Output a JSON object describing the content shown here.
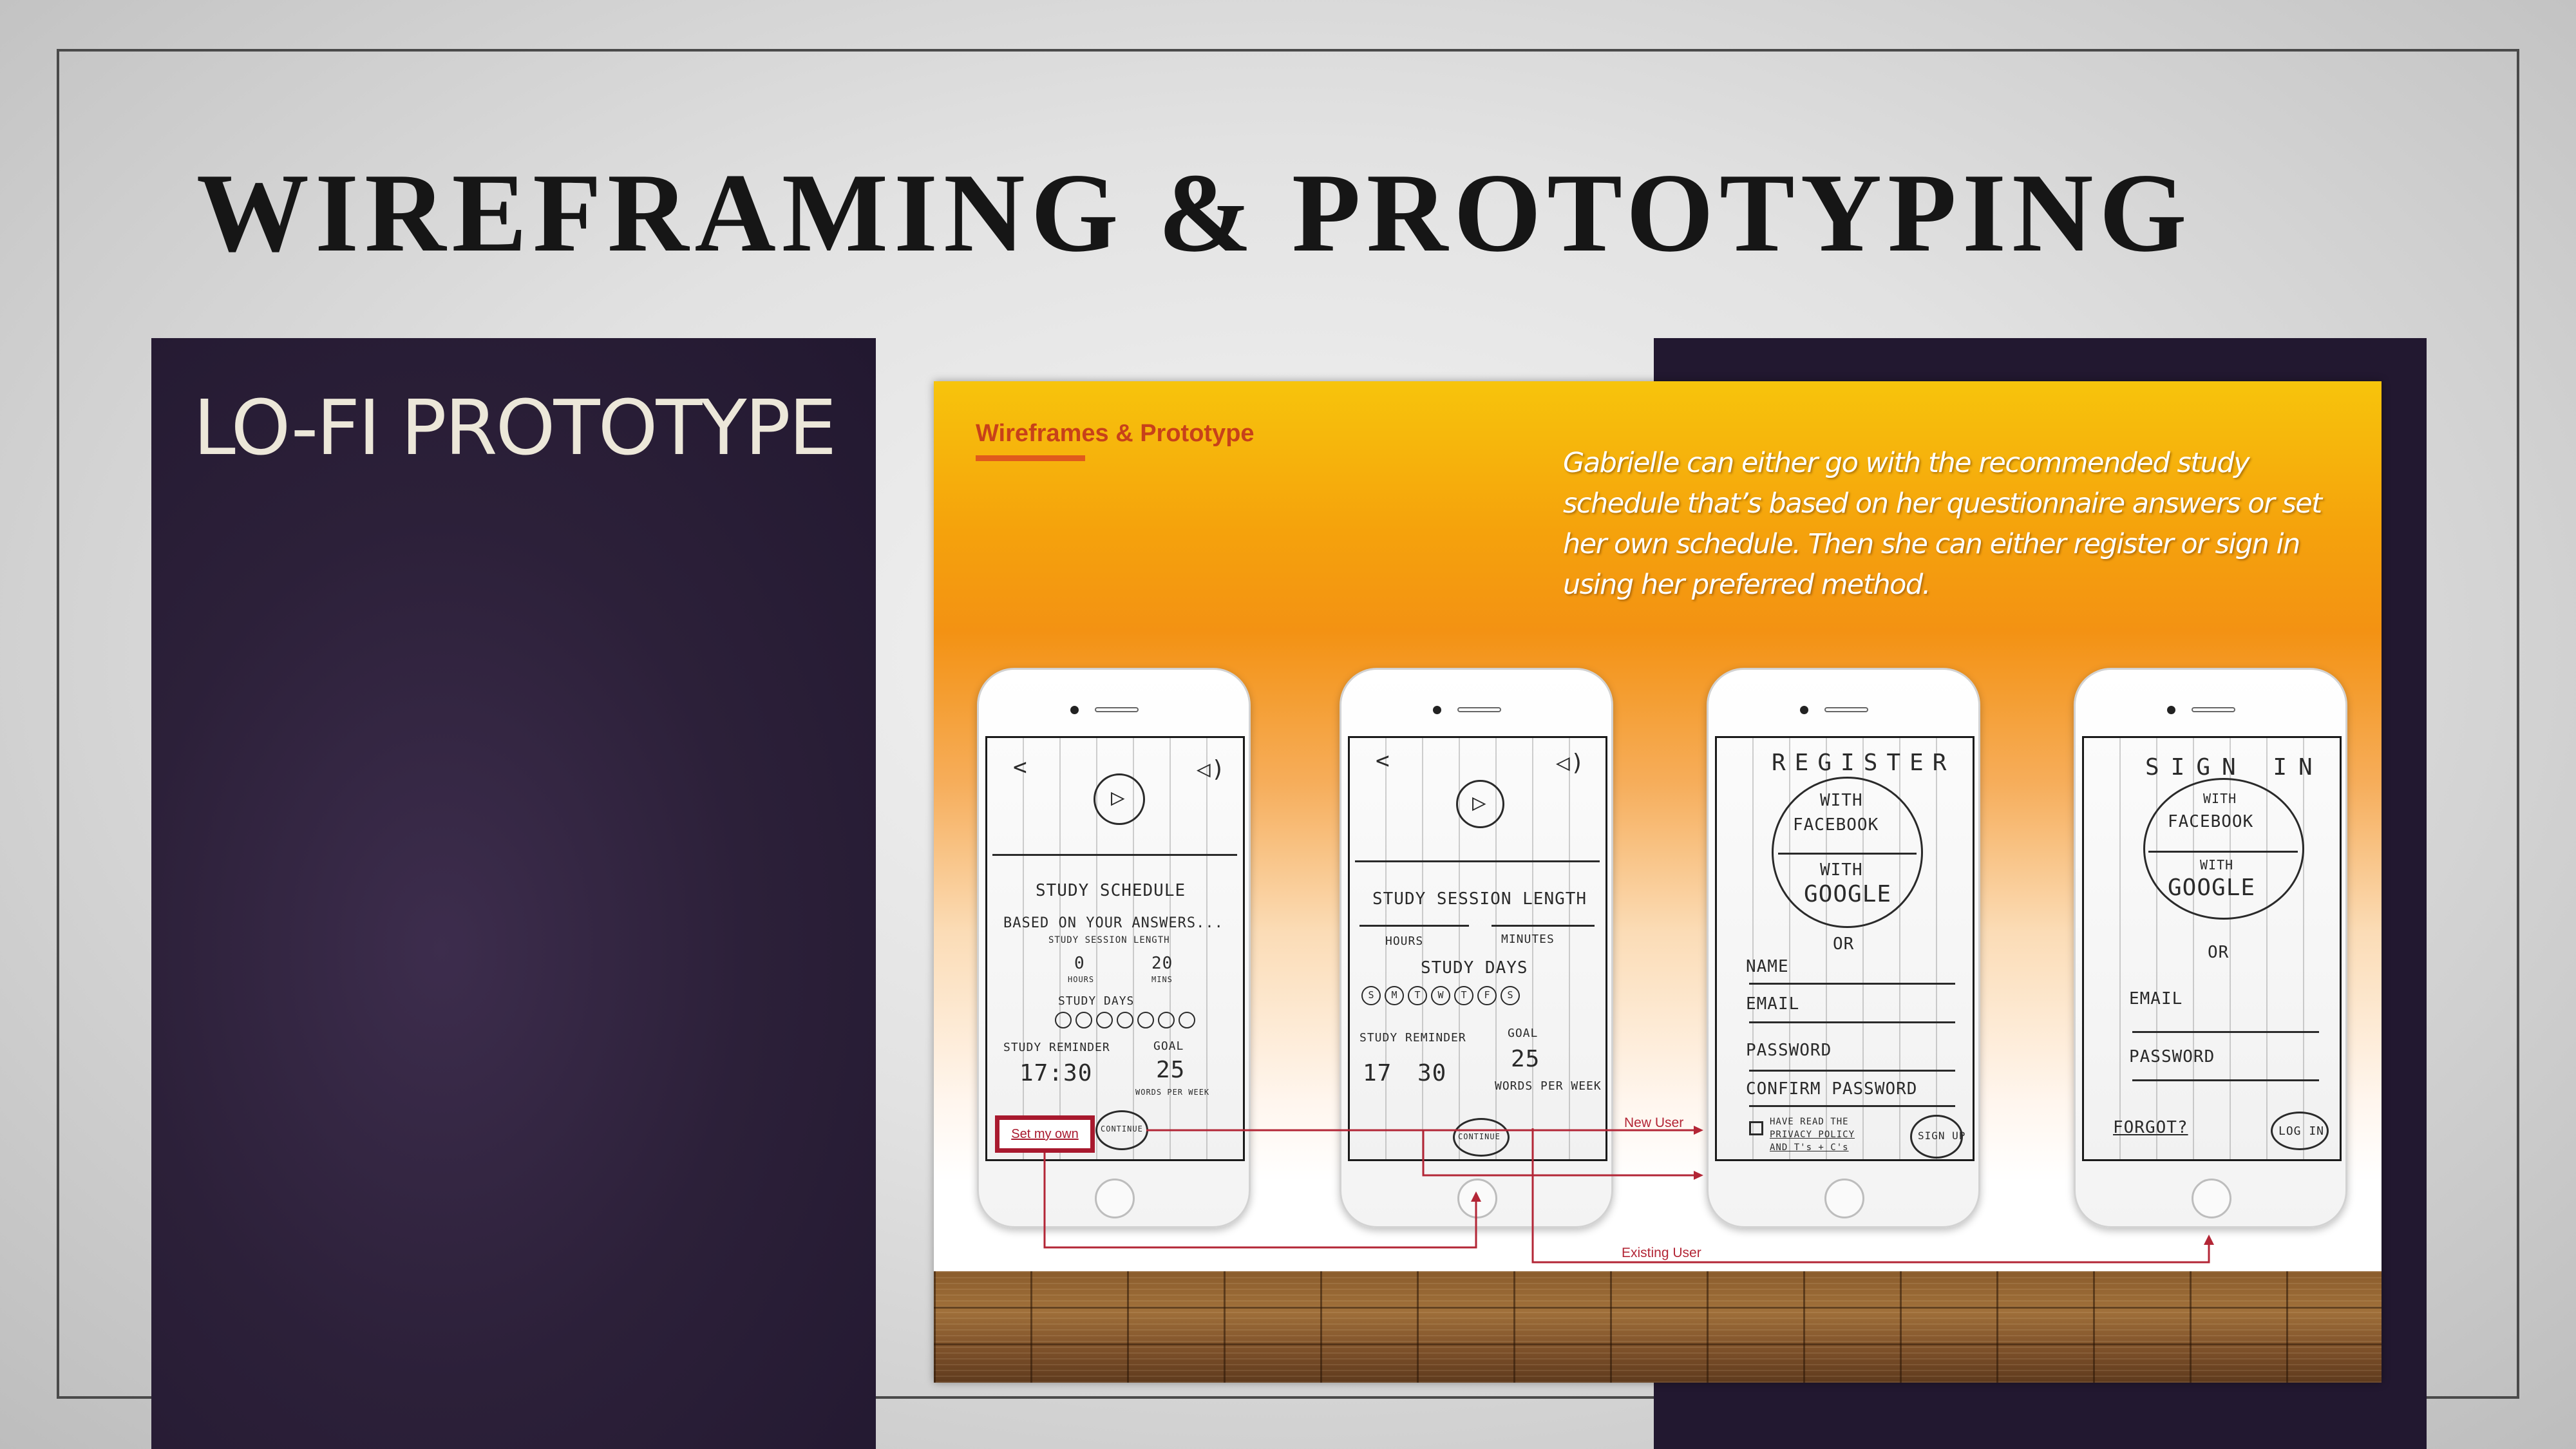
{
  "slide_title": "WIREFRAMING & PROTOTYPING",
  "section_title": "LO-FI PROTOTYPE",
  "embedded_slide": {
    "label": "Wireframes & Prototype",
    "caption": "Gabrielle can either go with the recommended study schedule that’s based on her questionnaire answers or set her own schedule. Then she can either register or sign in using her preferred method.",
    "set_my_own_label": "Set my own",
    "flow_new_user": "New User",
    "flow_existing_user": "Existing User",
    "accent_color": "#c7411a",
    "arrow_color": "#b32636"
  },
  "sketches": {
    "phone1": {
      "heading": "STUDY SCHEDULE",
      "subheading": "BASED ON YOUR ANSWERS...",
      "session_length": "STUDY SESSION LENGTH",
      "hours_value": "0",
      "minutes_value": "20",
      "hours_label": "HOURS",
      "minutes_label": "MINS",
      "days_label": "STUDY DAYS",
      "reminder_label": "STUDY REMINDER",
      "goal_label": "GOAL",
      "reminder_value": "17:30",
      "goal_value": "25",
      "goal_unit": "WORDS PER WEEK",
      "continue_label": "CONTINUE"
    },
    "phone2": {
      "heading": "STUDY SESSION LENGTH",
      "hours_label": "HOURS",
      "minutes_label": "MINUTES",
      "days_label": "STUDY DAYS",
      "day_letters": [
        "S",
        "M",
        "T",
        "W",
        "T",
        "F",
        "S"
      ],
      "reminder_label": "STUDY REMINDER",
      "goal_label": "GOAL",
      "reminder_hour": "17",
      "reminder_min": "30",
      "goal_value": "25",
      "goal_unit": "WORDS PER WEEK",
      "continue_label": "CONTINUE"
    },
    "phone3": {
      "heading": "REGISTER",
      "with_fb_1": "WITH",
      "with_fb_2": "FACEBOOK",
      "with_g_1": "WITH",
      "with_g_2": "GOOGLE",
      "or_label": "OR",
      "name_label": "NAME",
      "email_label": "EMAIL",
      "password_label": "PASSWORD",
      "confirm_label": "CONFIRM PASSWORD",
      "terms_1": "HAVE READ THE",
      "terms_2": "PRIVACY POLICY",
      "terms_3": "AND T's + C's",
      "signup_label": "SIGN UP"
    },
    "phone4": {
      "heading": "SIGN IN",
      "with_fb_1": "WITH",
      "with_fb_2": "FACEBOOK",
      "with_g_1": "WITH",
      "with_g_2": "GOOGLE",
      "or_label": "OR",
      "email_label": "EMAIL",
      "password_label": "PASSWORD",
      "forgot_label": "FORGOT?",
      "login_label": "LOG IN"
    }
  }
}
